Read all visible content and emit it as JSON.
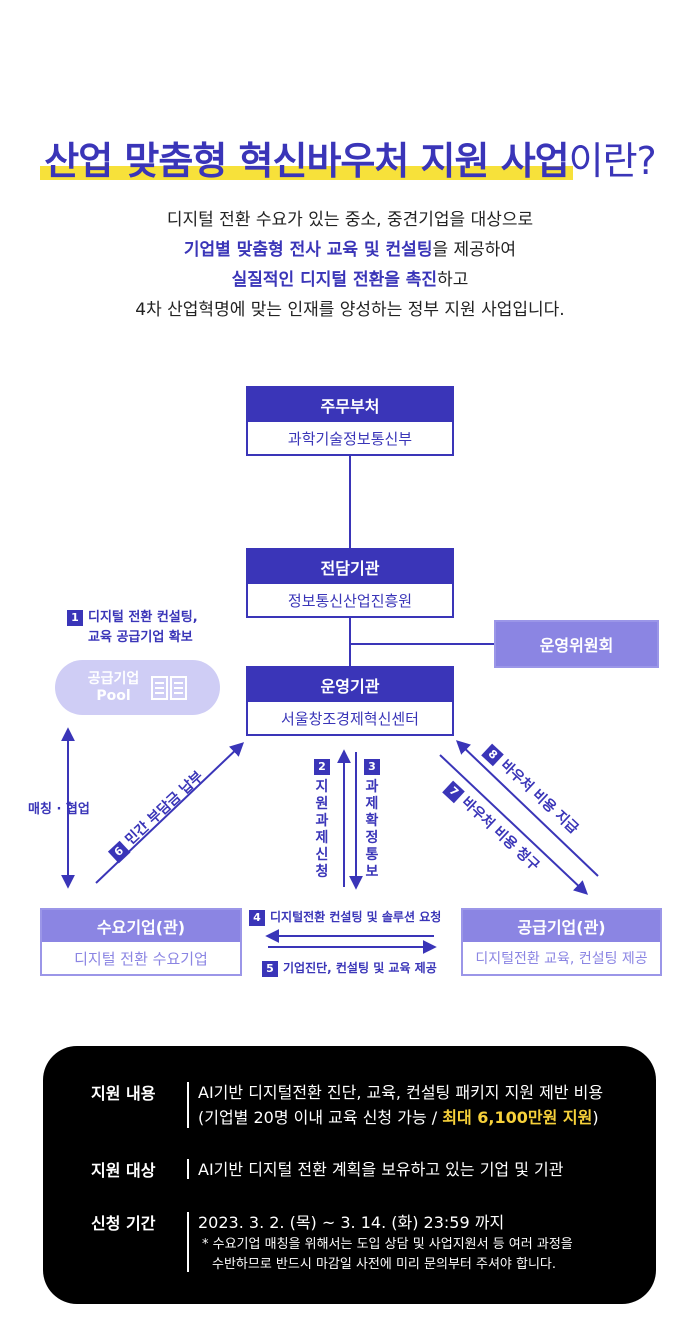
{
  "title": {
    "highlight": "산업 맞춤형 혁신바우처 지원 사업",
    "suffix": "이란?"
  },
  "intro": {
    "line1": "디지털 전환 수요가 있는 중소, 중견기업을 대상으로",
    "line2_em": "기업별 맞춤형 전사 교육 및 컨설팅",
    "line2_rest": "을 제공하여",
    "line3_em": "실질적인 디지털 전환을 촉진",
    "line3_rest": "하고",
    "line4": "4차 산업혁명에 맞는 인재를 양성하는 정부 지원 사업입니다."
  },
  "diagram": {
    "ministry": {
      "head": "주무부처",
      "body": "과학기술정보통신부"
    },
    "agency": {
      "head": "전담기관",
      "body": "정보통신산업진흥원"
    },
    "committee": {
      "head": "운영위원회"
    },
    "operator": {
      "head": "운영기관",
      "body": "서울창조경제혁신센터"
    },
    "demand": {
      "head": "수요기업(관)",
      "body": "디지털 전환 수요기업"
    },
    "supply": {
      "head": "공급기업(관)",
      "body": "디지털전환 교육, 컨설팅 제공"
    },
    "pool": {
      "line1": "공급기업",
      "line2": "Pool"
    },
    "matching": "매칭 · 협업",
    "steps": {
      "s1": {
        "num": "1",
        "line1": "디지털 전환 컨설팅,",
        "line2": "교육 공급기업 확보"
      },
      "s2": {
        "num": "2",
        "text": "지원과제신청"
      },
      "s3": {
        "num": "3",
        "text": "과제확정통보"
      },
      "s4": {
        "num": "4",
        "text": "디지털전환 컨설팅 및 솔루션 요청"
      },
      "s5": {
        "num": "5",
        "text": "기업진단, 컨설팅 및 교육 제공"
      },
      "s6": {
        "num": "6",
        "text": "민간 부담금 납부"
      },
      "s7": {
        "num": "7",
        "text": "바우처 비용 청구"
      },
      "s8": {
        "num": "8",
        "text": "바우처 비용 지급"
      }
    }
  },
  "info": {
    "support_content": {
      "label": "지원 내용",
      "line1": "AI기반 디지털전환 진단, 교육, 컨설팅 패키지 지원 제반 비용",
      "line2_pre": "(기업별 20명 이내 교육 신청 가능 / ",
      "line2_em": "최대 6,100만원 지원",
      "line2_post": ")"
    },
    "target": {
      "label": "지원 대상",
      "line1": "AI기반 디지털 전환 계획을 보유하고 있는 기업 및 기관"
    },
    "period": {
      "label": "신청 기간",
      "line1": "2023. 3. 2. (목) ~ 3. 14. (화) 23:59 까지",
      "note1": "* 수요기업 매칭을 위해서는 도입 상담 및 사업지원서 등 여러 과정을",
      "note2": "수반하므로 반드시 마감일 사전에 미리 문의부터 주셔야 합니다."
    }
  },
  "colors": {
    "primary": "#3a35b8",
    "light": "#8b85e3",
    "highlight": "#f7e13a",
    "accent": "#f7d13a"
  }
}
